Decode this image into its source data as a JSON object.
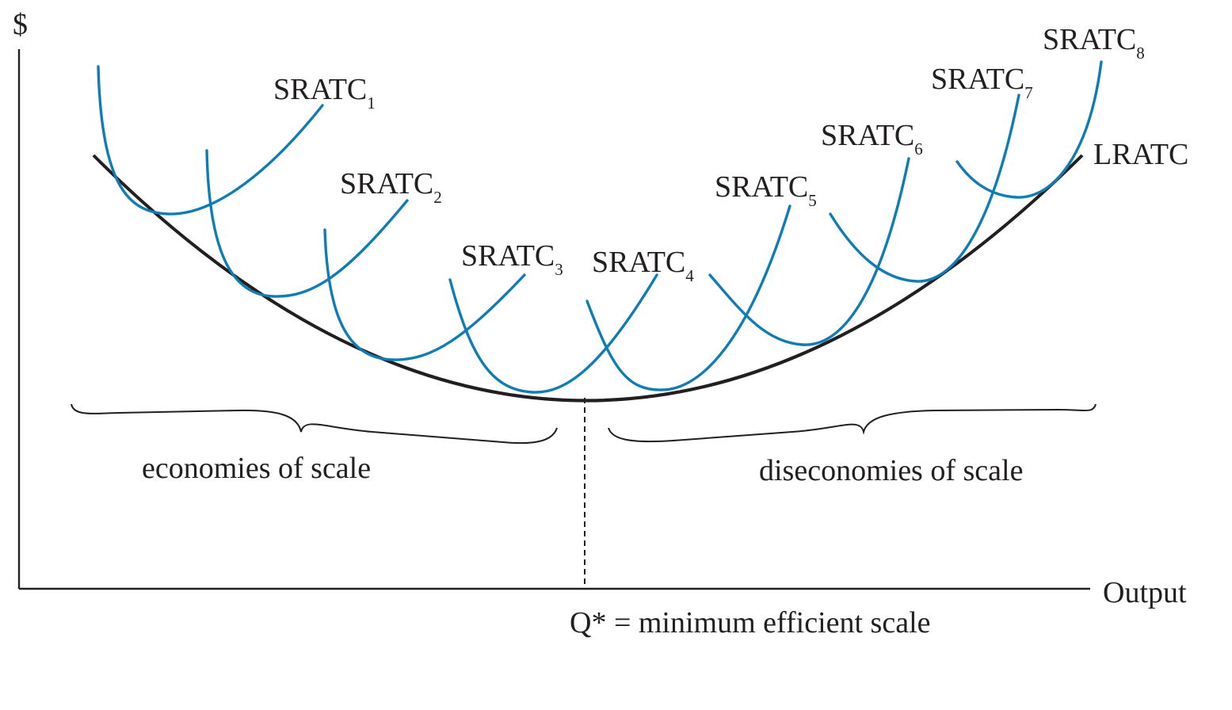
{
  "colors": {
    "lratc": "#231f20",
    "sratc": "#0f7db4",
    "text": "#231f20"
  },
  "axes": {
    "y_label": "$",
    "x_label": "Output"
  },
  "curves": {
    "lratc_label": "LRATC",
    "sratc": [
      {
        "base": "SRATC",
        "sub": "1"
      },
      {
        "base": "SRATC",
        "sub": "2"
      },
      {
        "base": "SRATC",
        "sub": "3"
      },
      {
        "base": "SRATC",
        "sub": "4"
      },
      {
        "base": "SRATC",
        "sub": "5"
      },
      {
        "base": "SRATC",
        "sub": "6"
      },
      {
        "base": "SRATC",
        "sub": "7"
      },
      {
        "base": "SRATC",
        "sub": "8"
      }
    ]
  },
  "regions": {
    "left": "economies of scale",
    "right": "diseconomies of scale"
  },
  "q_star_label": "Q* = minimum efficient scale"
}
